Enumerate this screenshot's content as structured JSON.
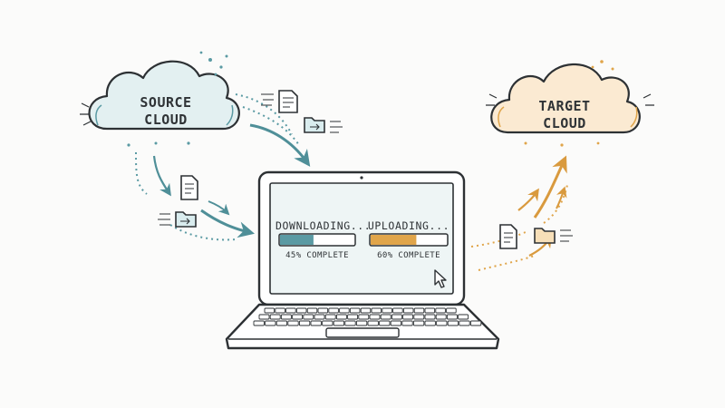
{
  "source_cloud": {
    "line1": "SOURCE",
    "line2": "CLOUD",
    "color": "#5a9aa3"
  },
  "target_cloud": {
    "line1": "TARGET",
    "line2": "CLOUD",
    "color": "#e0a54a"
  },
  "screen": {
    "download": {
      "label": "DOWNLOADING...",
      "caption": "45% COMPLETE",
      "progress": 0.45,
      "color": "#5a9aa3"
    },
    "upload": {
      "label": "UPLOADING...",
      "caption": "60% COMPLETE",
      "progress": 0.6,
      "color": "#e0a54a"
    }
  },
  "icons": [
    "document-icon",
    "folder-icon",
    "cursor-icon"
  ]
}
